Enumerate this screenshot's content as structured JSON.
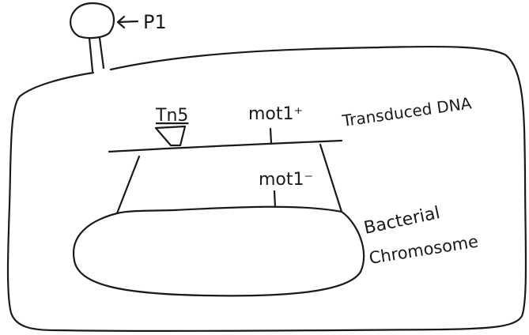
{
  "diagram": {
    "phage_label": "P1",
    "arrow_glyph": "←",
    "tn5_label": "Tn5",
    "mot_plus_label": "mot1⁺",
    "mot_minus_label": "mot1⁻",
    "transduced_label": "Transduced DNA",
    "bacterial_label_line1": "Bacterial",
    "bacterial_label_line2": "Chromosome"
  },
  "colors": {
    "ink": "#1a1a1a",
    "paper": "#ffffff"
  }
}
